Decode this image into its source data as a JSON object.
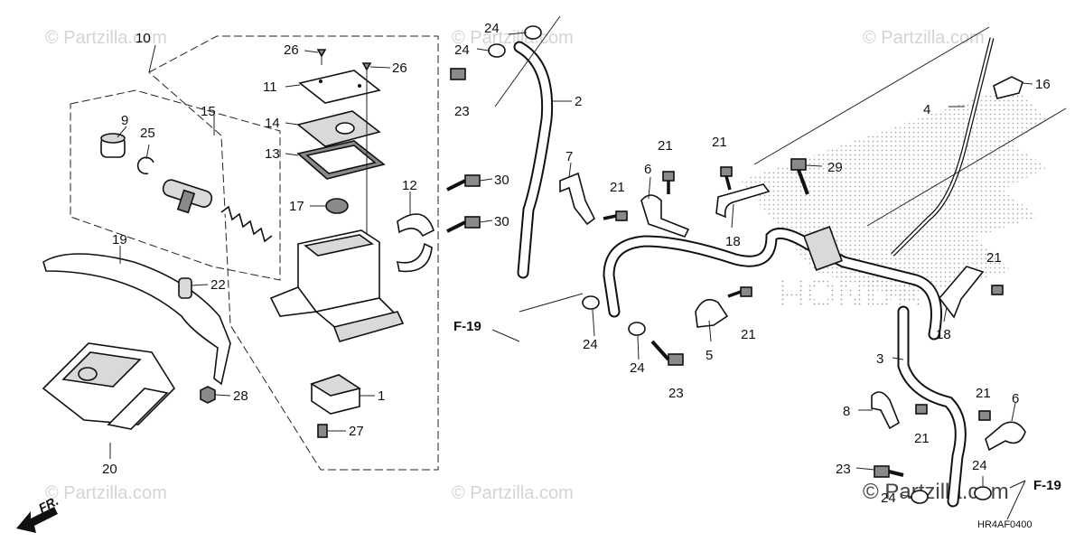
{
  "watermarks": {
    "text": "© Partzilla.com",
    "main": "© Partzilla.com"
  },
  "diagram_code": "HR4AF0400",
  "direction_label": "FR.",
  "ref_label": "F-19",
  "callouts": {
    "c1": "1",
    "c2": "2",
    "c3": "3",
    "c4": "4",
    "c5": "5",
    "c6a": "6",
    "c6b": "6",
    "c7": "7",
    "c8": "8",
    "c9": "9",
    "c10": "10",
    "c11": "11",
    "c12": "12",
    "c13": "13",
    "c14": "14",
    "c15": "15",
    "c16": "16",
    "c17": "17",
    "c18a": "18",
    "c18b": "18",
    "c19": "19",
    "c20": "20",
    "c21a": "21",
    "c21b": "21",
    "c21c": "21",
    "c21d": "21",
    "c21e": "21",
    "c21f": "21",
    "c21g": "21",
    "c22": "22",
    "c23a": "23",
    "c23b": "23",
    "c23c": "23",
    "c24a": "24",
    "c24b": "24",
    "c24c": "24",
    "c24d": "24",
    "c24e": "24",
    "c24f": "24",
    "c25": "25",
    "c26a": "26",
    "c26b": "26",
    "c27": "27",
    "c28": "28",
    "c29": "29",
    "c30a": "30",
    "c30b": "30"
  }
}
